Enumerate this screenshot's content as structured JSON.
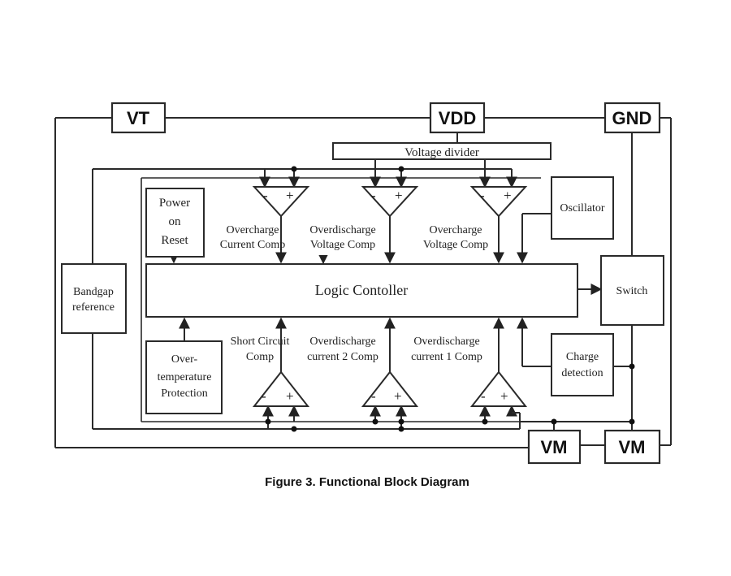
{
  "pins": {
    "vt": "VT",
    "vdd": "VDD",
    "gnd": "GND",
    "vm_left": "VM",
    "vm_right": "VM"
  },
  "blocks": {
    "voltage_divider": "Voltage divider",
    "power_on_reset": [
      "Power",
      "on",
      "Reset"
    ],
    "oscillator": "Oscillator",
    "bandgap": [
      "Bandgap",
      "reference"
    ],
    "logic_controller": "Logic Contoller",
    "switch": "Switch",
    "over_temp": [
      "Over-",
      "temperature",
      "Protection"
    ],
    "charge_detection": [
      "Charge",
      "detection"
    ]
  },
  "comparators": {
    "top": [
      {
        "label": [
          "Overcharge",
          "Current Comp"
        ]
      },
      {
        "label": [
          "Overdischarge",
          "Voltage Comp"
        ]
      },
      {
        "label": [
          "Overcharge",
          "Voltage Comp"
        ]
      }
    ],
    "bottom": [
      {
        "label": [
          "Short Circuit",
          "Comp"
        ]
      },
      {
        "label": [
          "Overdischarge",
          "current 2 Comp"
        ]
      },
      {
        "label": [
          "Overdischarge",
          "current 1 Comp"
        ]
      }
    ],
    "minus": "-",
    "plus": "+"
  },
  "caption": "Figure 3. Functional Block Diagram"
}
